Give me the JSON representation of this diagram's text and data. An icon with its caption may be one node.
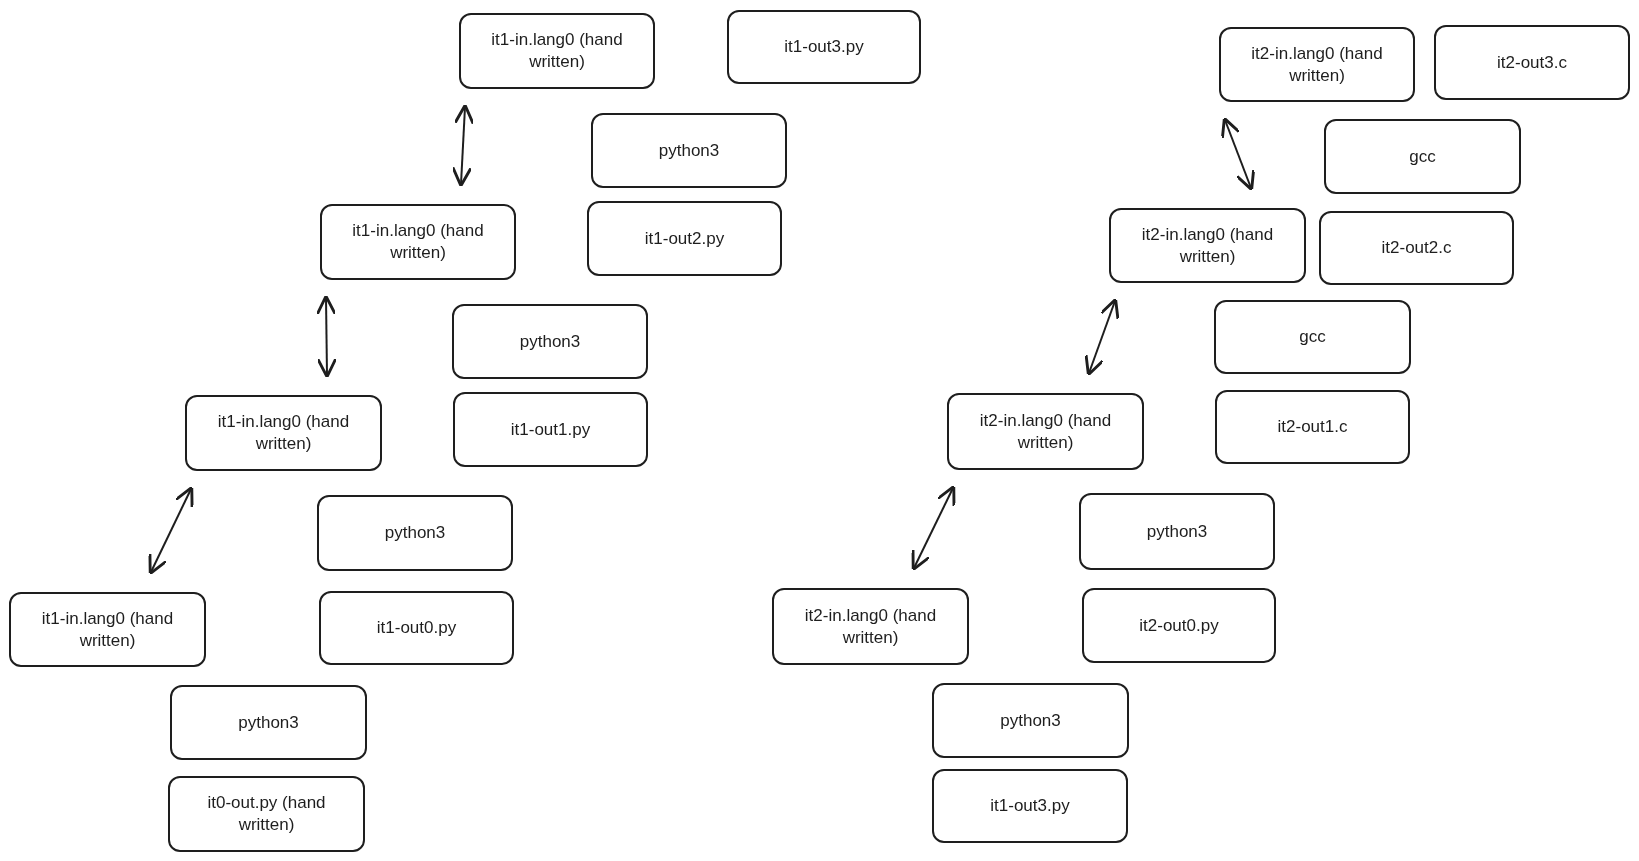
{
  "diagram": {
    "nodes": [
      {
        "text": [
          "it1-in.lang0 (hand written)"
        ]
      },
      {
        "text": [
          "it1-out3.py"
        ]
      },
      {
        "text": [
          "python3"
        ]
      },
      {
        "text": [
          "it1-in.lang0 (hand written)"
        ]
      },
      {
        "text": [
          "it1-out2.py"
        ]
      },
      {
        "text": [
          "python3"
        ]
      },
      {
        "text": [
          "it1-in.lang0 (hand written)"
        ]
      },
      {
        "text": [
          "it1-out1.py"
        ]
      },
      {
        "text": [
          "python3"
        ]
      },
      {
        "text": [
          "it1-in.lang0 (hand written)"
        ]
      },
      {
        "text": [
          "it1-out0.py"
        ]
      },
      {
        "text": [
          "python3"
        ]
      },
      {
        "text": [
          "it0-out.py (hand written)"
        ]
      },
      {
        "text": [
          "it2-in.lang0 (hand written)"
        ]
      },
      {
        "text": [
          "it2-out3.c"
        ]
      },
      {
        "text": [
          "gcc"
        ]
      },
      {
        "text": [
          "it2-in.lang0 (hand written)"
        ]
      },
      {
        "text": [
          "it2-out2.c"
        ]
      },
      {
        "text": [
          "gcc"
        ]
      },
      {
        "text": [
          "it2-in.lang0 (hand written)"
        ]
      },
      {
        "text": [
          "it2-out1.c"
        ]
      },
      {
        "text": [
          "python3"
        ]
      },
      {
        "text": [
          "it2-in.lang0 (hand written)"
        ]
      },
      {
        "text": [
          "it2-out0.py"
        ]
      },
      {
        "text": [
          "python3"
        ]
      },
      {
        "text": [
          "it1-out3.py"
        ]
      }
    ],
    "edges": [
      {
        "from": 0,
        "to": 3,
        "arrow": "both"
      },
      {
        "from": 3,
        "to": 6,
        "arrow": "both"
      },
      {
        "from": 6,
        "to": 9,
        "arrow": "both"
      },
      {
        "from": 13,
        "to": 16,
        "arrow": "both"
      },
      {
        "from": 16,
        "to": 19,
        "arrow": "both"
      },
      {
        "from": 19,
        "to": 22,
        "arrow": "both"
      }
    ]
  }
}
